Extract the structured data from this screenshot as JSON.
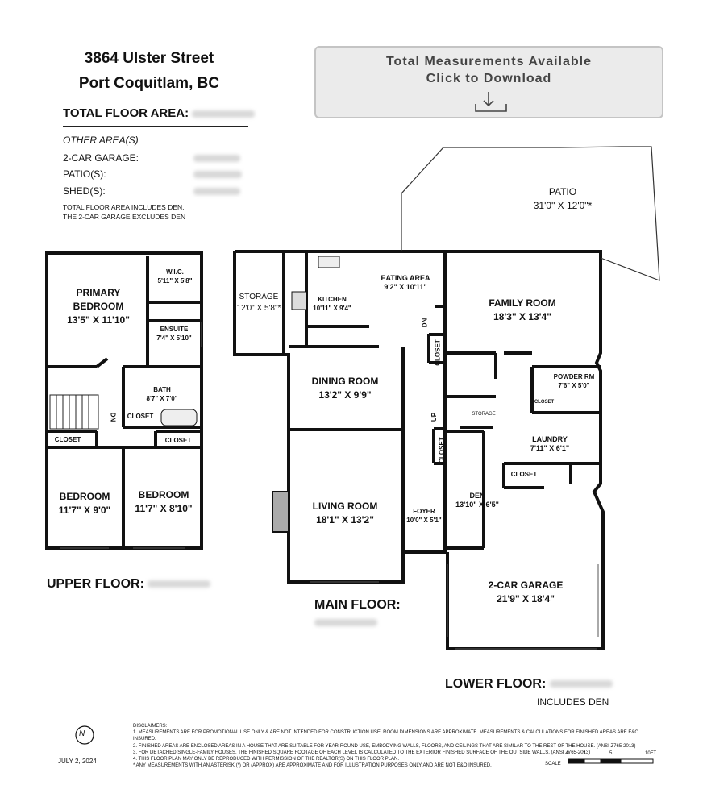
{
  "header": {
    "address_line1": "3864 Ulster Street",
    "address_line2": "Port Coquitlam, BC",
    "total_floor_area_label": "TOTAL FLOOR AREA:",
    "other_areas_label": "OTHER AREA(S)",
    "garage_label": "2-CAR GARAGE:",
    "patio_label": "PATIO(S):",
    "shed_label": "SHED(S):",
    "note_line1": "TOTAL FLOOR AREA INCLUDES DEN,",
    "note_line2": "THE 2-CAR GARAGE EXCLUDES DEN"
  },
  "download": {
    "line1": "Total Measurements Available",
    "line2": "Click to Download",
    "icon": "download-arrow-icon"
  },
  "upper_floor": {
    "label": "UPPER FLOOR:",
    "rooms": {
      "wic": {
        "name": "W.I.C.",
        "dim": "5'11\" X 5'8\""
      },
      "primary": {
        "name1": "PRIMARY",
        "name2": "BEDROOM",
        "dim": "13'5\" X 11'10\""
      },
      "ensuite": {
        "name": "ENSUITE",
        "dim": "7'4\" X 5'10\""
      },
      "bath": {
        "name": "BATH",
        "dim": "8'7\" X 7'0\""
      },
      "closet1": "CLOSET",
      "closet2": "CLOSET",
      "closet3": "CLOSET",
      "dn": "DN",
      "bedroom1": {
        "name": "BEDROOM",
        "dim": "11'7\" X 9'0\""
      },
      "bedroom2": {
        "name": "BEDROOM",
        "dim": "11'7\" X 8'10\""
      }
    }
  },
  "main_floor": {
    "label": "MAIN FLOOR:",
    "rooms": {
      "storage": {
        "name": "STORAGE",
        "dim": "12'0\" X 5'8\"*"
      },
      "kitchen": {
        "name": "KITCHEN",
        "dim": "10'11\" X 9'4\""
      },
      "eating": {
        "name": "EATING AREA",
        "dim": "9'2\" X 10'11\""
      },
      "dining": {
        "name": "DINING ROOM",
        "dim": "13'2\" X 9'9\""
      },
      "living": {
        "name": "LIVING ROOM",
        "dim": "18'1\" X 13'2\""
      },
      "foyer": {
        "name": "FOYER",
        "dim": "10'0\" X 5'1\""
      },
      "closet": "CLOSET",
      "closet_b": "CLOSET",
      "dn": "DN",
      "up": "UP",
      "storage_small": "STORAGE"
    }
  },
  "lower_floor": {
    "label": "LOWER FLOOR:",
    "includes": "INCLUDES DEN",
    "rooms": {
      "patio": {
        "name": "PATIO",
        "dim": "31'0\" X 12'0\"*"
      },
      "family": {
        "name": "FAMILY ROOM",
        "dim": "18'3\" X 13'4\""
      },
      "powder": {
        "name": "POWDER RM",
        "dim": "7'6\" X 5'0\""
      },
      "closet_p": "CLOSET",
      "laundry": {
        "name": "LAUNDRY",
        "dim": "7'11\" X 6'1\""
      },
      "closet_l": "CLOSET",
      "den": {
        "name": "DEN",
        "dim": "13'10\" X 6'5\""
      },
      "garage": {
        "name": "2-CAR GARAGE",
        "dim": "21'9\" X 18'4\""
      }
    }
  },
  "footer": {
    "date": "JULY  2, 2024",
    "compass_letter": "N",
    "scale_label": "SCALE",
    "scale_ticks": [
      "0",
      "2",
      "5",
      "10FT"
    ],
    "disclaimers_title": "DISCLAIMERS:",
    "disclaimers": [
      "1. MEASUREMENTS ARE FOR PROMOTIONAL USE ONLY & ARE NOT INTENDED FOR CONSTRUCTION USE. ROOM DIMENSIONS ARE APPROXIMATE. MEASUREMENTS & CALCULATIONS FOR FINISHED AREAS ARE E&O INSURED.",
      "2. FINISHED AREAS ARE ENCLOSED AREAS IN A HOUSE THAT ARE SUITABLE FOR YEAR-ROUND USE, EMBODYING WALLS, FLOORS, AND CEILINGS THAT ARE SIMILAR TO THE REST OF THE HOUSE. (ANSI Z765-2013)",
      "3. FOR DETACHED SINGLE-FAMILY HOUSES, THE FINISHED SQUARE FOOTAGE OF EACH LEVEL IS CALCULATED TO THE EXTERIOR FINISHED SURFACE OF THE OUTSIDE WALLS. (ANSI Z765-2013)",
      "4. THIS FLOOR PLAN MAY ONLY BE REPRODUCED WITH PERMISSION OF THE REALTOR(S) ON THIS FLOOR PLAN.",
      "* ANY MEASUREMENTS WITH AN ASTERISK (*) OR (APPROX) ARE APPROXIMATE AND FOR ILLUSTRATION PURPOSES ONLY AND ARE NOT E&O INSURED."
    ]
  }
}
